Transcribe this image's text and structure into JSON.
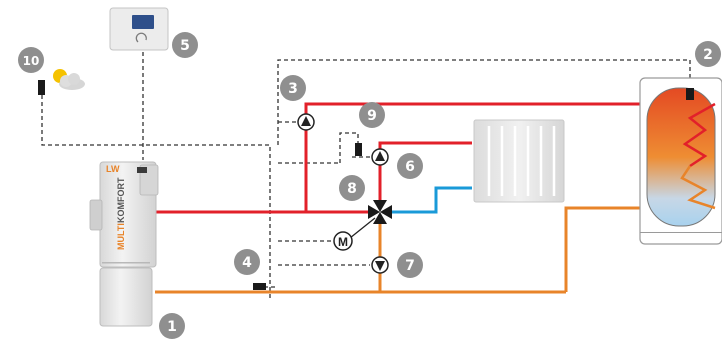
{
  "colors": {
    "supply": "#e2202a",
    "return": "#e8842a",
    "radiator_return": "#1a9ad8",
    "control_line": "#333333",
    "badge": "#8f8f8f",
    "device": "#e9e9e9"
  },
  "boiler": {
    "brand_word_1": "MULTI",
    "brand_word_2": "KOMFORT",
    "logo": "LW"
  },
  "components": [
    {
      "id": "1",
      "label": "1",
      "role": "boiler"
    },
    {
      "id": "2",
      "label": "2",
      "role": "tank-sensor"
    },
    {
      "id": "3",
      "label": "3",
      "role": "tank-pump"
    },
    {
      "id": "4",
      "label": "4",
      "role": "return-sensor"
    },
    {
      "id": "5",
      "label": "5",
      "role": "room-controller"
    },
    {
      "id": "6",
      "label": "6",
      "role": "heating-pump"
    },
    {
      "id": "7",
      "label": "7",
      "role": "return-pump"
    },
    {
      "id": "8",
      "label": "8",
      "role": "mixing-valve"
    },
    {
      "id": "9",
      "label": "9",
      "role": "heating-sensor"
    },
    {
      "id": "10",
      "label": "10",
      "role": "outdoor-sensor"
    }
  ],
  "actuator": {
    "label": "M"
  },
  "icons": [
    "weather-sun-cloud-icon",
    "pump-icon",
    "valve-icon",
    "sensor-icon",
    "radiator-icon",
    "water-tank-icon",
    "controller-icon"
  ]
}
